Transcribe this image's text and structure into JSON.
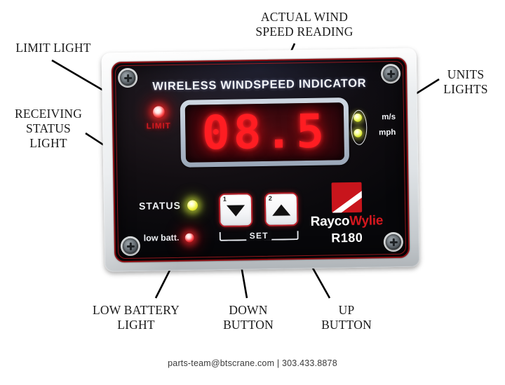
{
  "callouts": {
    "limit_light": "LIMIT LIGHT",
    "actual_wind": "ACTUAL WIND\nSPEED READING",
    "units_lights": "UNITS\nLIGHTS",
    "receiving_status": "RECEIVING\nSTATUS\nLIGHT",
    "low_battery": "LOW BATTERY\nLIGHT",
    "down_button": "DOWN\nBUTTON",
    "up_button": "UP\nBUTTON"
  },
  "device": {
    "title": "WIRELESS WINDSPEED INDICATOR",
    "display_value": "08.5",
    "limit_label": "LIMIT",
    "status_label": "STATUS",
    "low_batt_label": "low batt.",
    "units": [
      {
        "label": "m/s",
        "led_color": "#e7ef3b",
        "active": true
      },
      {
        "label": "mph",
        "led_color": "#e7ef3b",
        "active": true
      }
    ],
    "buttons": [
      {
        "number": "1",
        "icon": "arrow-down-icon",
        "name": "down-button"
      },
      {
        "number": "2",
        "icon": "arrow-up-icon",
        "name": "up-button"
      }
    ],
    "set_label": "SET",
    "brand_primary": "Rayco",
    "brand_secondary": "Wylie",
    "model": "R180",
    "colors": {
      "led_red": "#ff3036",
      "led_yellow": "#e7ef3b",
      "display_red": "#ff1d22",
      "border_red": "#8d1014",
      "brand_red": "#c8151c",
      "face_black": "#08080b",
      "bezel_gray": "#dfe3e6"
    }
  },
  "footer": {
    "contact": "parts-team@btscrane.com  |  303.433.8878"
  }
}
